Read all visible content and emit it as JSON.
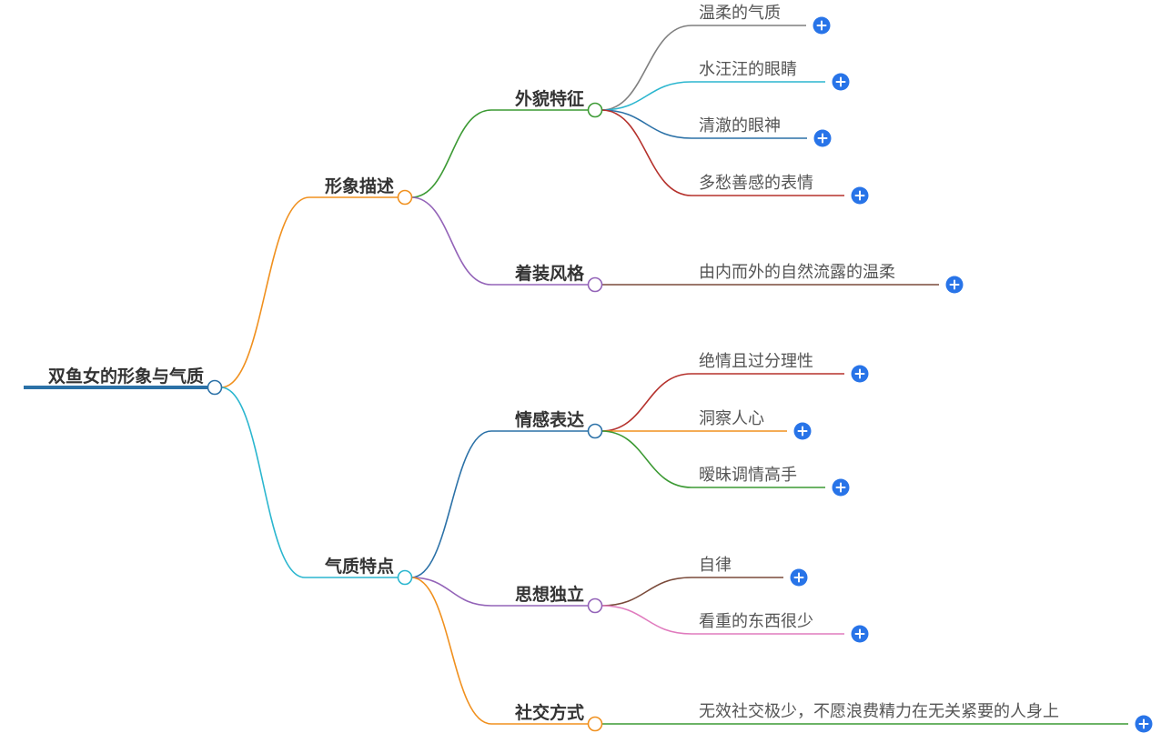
{
  "root": {
    "label": "双鱼女的形象与气质"
  },
  "branches": [
    {
      "label": "形象描述",
      "color": "#F0901E",
      "children": [
        {
          "label": "外貌特征",
          "color": "#3C9A34",
          "children": [
            {
              "label": "温柔的气质",
              "color": "#7F7F7F"
            },
            {
              "label": "水汪汪的眼睛",
              "color": "#2BB6CF"
            },
            {
              "label": "清澈的眼神",
              "color": "#2B71A7"
            },
            {
              "label": "多愁善感的表情",
              "color": "#B5312C"
            }
          ]
        },
        {
          "label": "着装风格",
          "color": "#9363B8",
          "children": [
            {
              "label": "由内而外的自然流露的温柔",
              "color": "#7A4A3A"
            }
          ]
        }
      ]
    },
    {
      "label": "气质特点",
      "color": "#2BB6CF",
      "children": [
        {
          "label": "情感表达",
          "color": "#2B71A7",
          "children": [
            {
              "label": "绝情且过分理性",
              "color": "#B5312C"
            },
            {
              "label": "洞察人心",
              "color": "#F0901E"
            },
            {
              "label": "暧昧调情高手",
              "color": "#3C9A34"
            }
          ]
        },
        {
          "label": "思想独立",
          "color": "#9363B8",
          "children": [
            {
              "label": "自律",
              "color": "#7A4A3A"
            },
            {
              "label": "看重的东西很少",
              "color": "#E07BBE"
            }
          ]
        },
        {
          "label": "社交方式",
          "color": "#F0901E",
          "children": [
            {
              "label": "无效社交极少，不愿浪费精力在无关紧要的人身上",
              "color": "#3C9A34"
            }
          ]
        }
      ]
    }
  ],
  "colors": {
    "root_line": "#2B71A7",
    "root_circle": "#2B71A7",
    "expand_button": "#2874E8"
  },
  "icons": {
    "expand": "plus-circle-icon"
  }
}
